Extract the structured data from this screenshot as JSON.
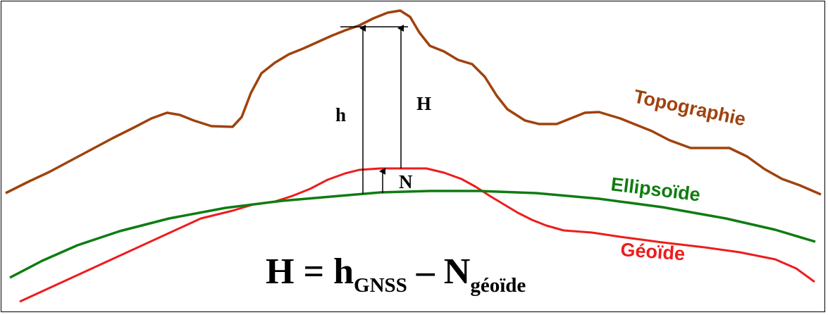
{
  "labels": {
    "topographie": "Topographie",
    "ellipsoide": "Ellipsoïde",
    "geoide": "Géoïde",
    "h": "h",
    "H": "H",
    "N": "N"
  },
  "formula": {
    "H": "H",
    "equals": " = ",
    "h": "h",
    "h_sub": "GNSS",
    "minus": " – ",
    "N": "N",
    "N_sub": "géoïde"
  },
  "colors": {
    "topographie": "#a0420d",
    "ellipsoide": "#0f7c12",
    "geoide": "#ee1c1c",
    "arrows": "#000000"
  }
}
